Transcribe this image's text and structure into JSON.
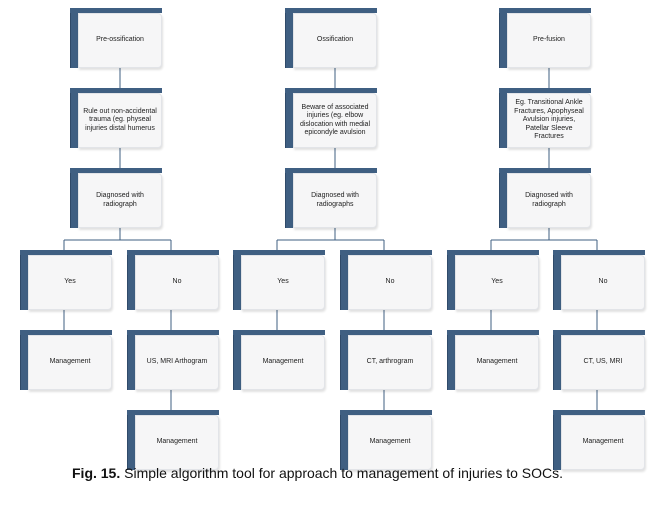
{
  "columns": [
    {
      "stage": "Pre-ossification",
      "warning": "Rule out non-accidental trauma (eg. physeal injuries distal humerus",
      "diagnosis": "Diagnosed with radiograph",
      "yes": "Yes",
      "no": "No",
      "yes_next": "Management",
      "no_next": "US, MRI Arthogram",
      "no_final": "Management"
    },
    {
      "stage": "Ossification",
      "warning": "Beware of associated injuries (eg. elbow dislocation with medial epicondyle avulsion",
      "diagnosis": "Diagnosed with radiographs",
      "yes": "Yes",
      "no": "No",
      "yes_next": "Management",
      "no_next": "CT, arthrogram",
      "no_final": "Management"
    },
    {
      "stage": "Pre-fusion",
      "warning": "Eg. Transitional Ankle Fractures, Apophyseal Avulsion injuries, Patellar Sleeve Fractures",
      "diagnosis": "Diagnosed with radiograph",
      "yes": "Yes",
      "no": "No",
      "yes_next": "Management",
      "no_next": "CT, US, MRI",
      "no_final": "Management"
    }
  ],
  "caption": {
    "label": "Fig. 15.",
    "text": " Simple algorithm tool for approach to management of injuries to SOCs."
  },
  "colors": {
    "box_accent": "#3f5f82",
    "box_fill": "#f6f6f7",
    "connector": "#3f5f82"
  }
}
